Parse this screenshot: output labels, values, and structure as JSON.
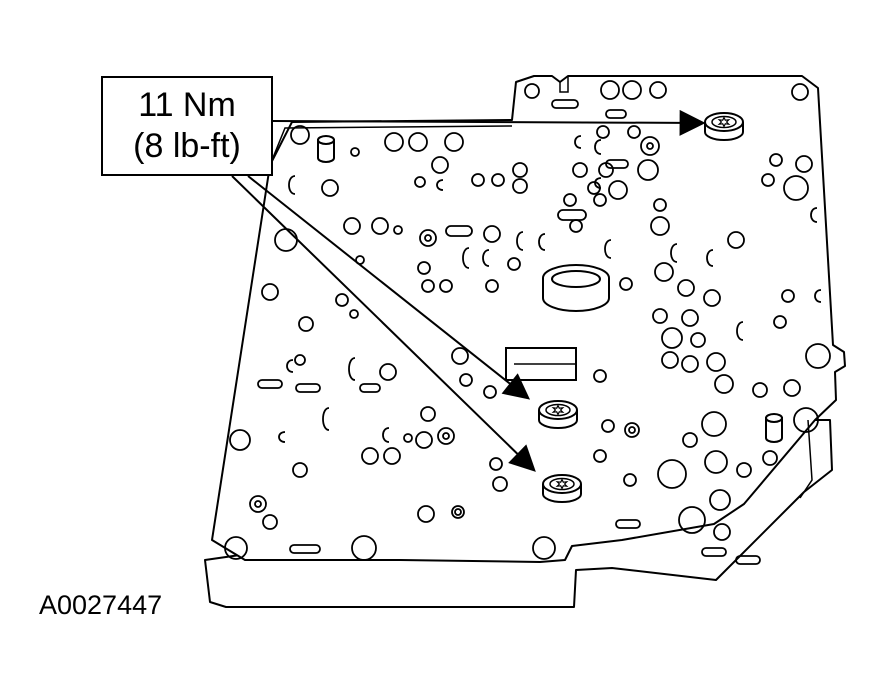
{
  "callout": {
    "torque_metric": "11 Nm",
    "torque_imperial": "(8 lb-ft)"
  },
  "figure_id": "A0027447",
  "icons": {
    "bolt": "star-drive-bolt-icon"
  },
  "colors": {
    "line": "#000000",
    "background": "#ffffff"
  }
}
